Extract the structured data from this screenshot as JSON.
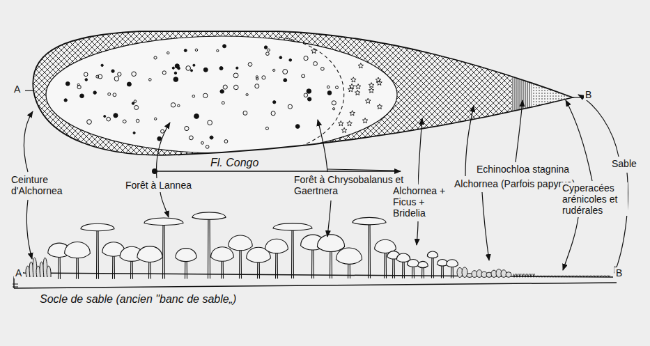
{
  "diagram": {
    "labels": [
      "A",
      "B",
      "Fl. Congo",
      "Ceinture d'Alchornea",
      "Forêt à Lannea",
      "Forêt à Chrysobalanus et Gaertnera",
      "Alchornea + Ficus + Bridelia",
      "Echinochloa stagnina",
      "Alchornea (Parfois papyrus)",
      "Cyperacées arénicoles et rudérales",
      "Sable",
      "A",
      "B",
      "Socle de sable (ancien \"banc de sable„)"
    ]
  }
}
